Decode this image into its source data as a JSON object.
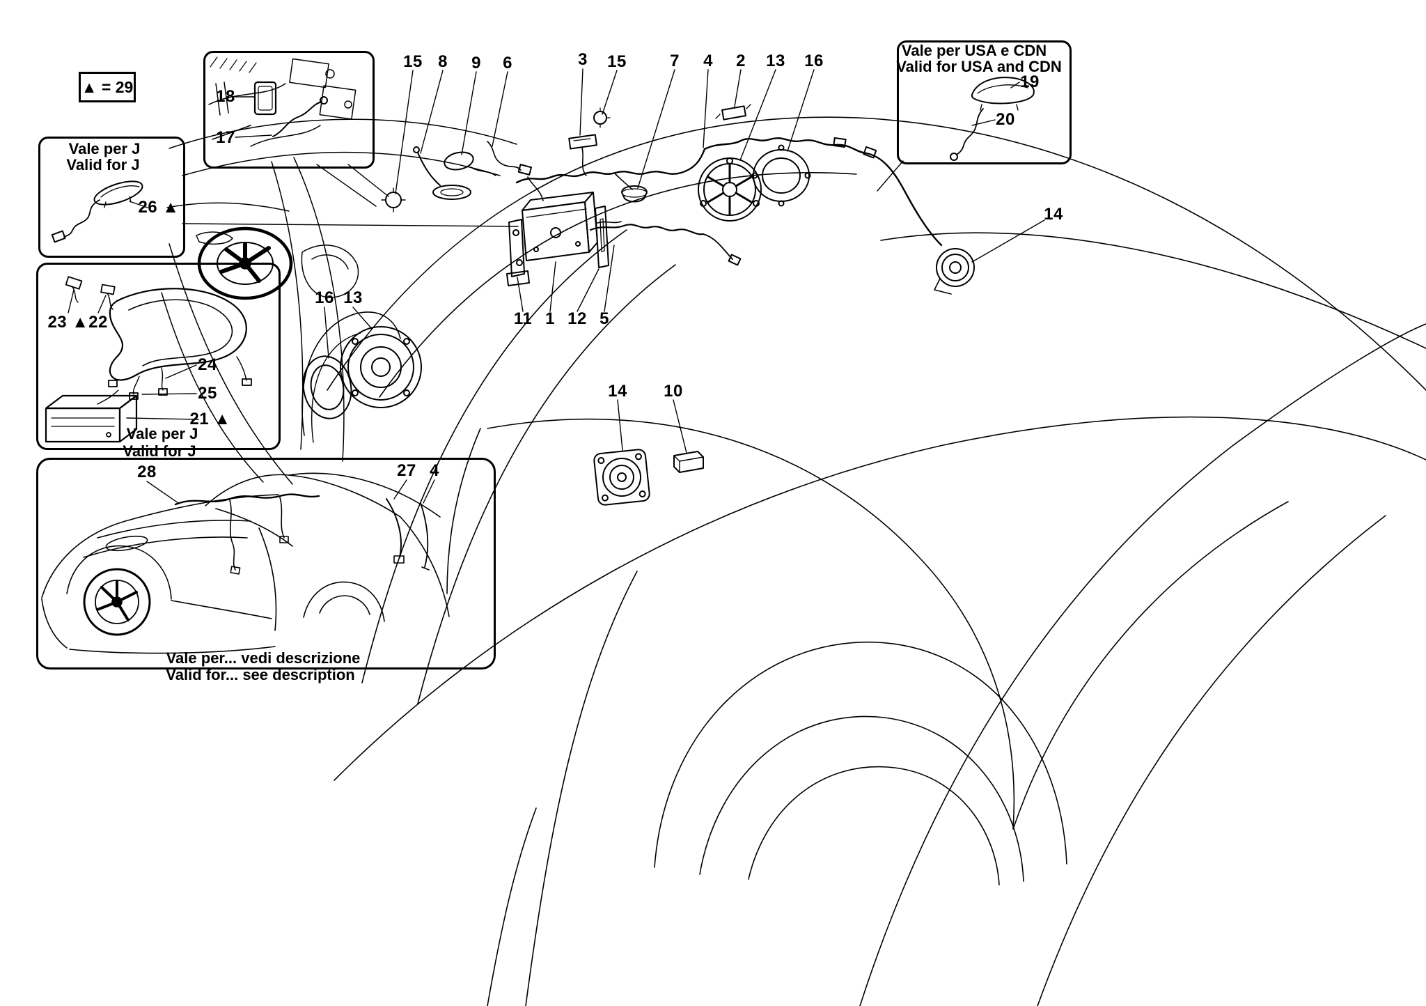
{
  "legend": "▲ = 29",
  "callouts": [
    "15",
    "8",
    "9",
    "6",
    "3",
    "15",
    "7",
    "4",
    "2",
    "13",
    "16",
    "14",
    "16",
    "13",
    "11",
    "1",
    "12",
    "5",
    "14",
    "10"
  ],
  "insets": {
    "dashboard": {
      "callouts": [
        "18",
        "17"
      ]
    },
    "antenna_j": {
      "title_line1": "Vale per J",
      "title_line2": "Valid for J",
      "callouts": [
        "26 ▲"
      ]
    },
    "cd_changer": {
      "title_line1": "Vale per J",
      "title_line2": "Valid for J",
      "callouts": [
        "23 ▲",
        "22",
        "24",
        "25",
        "21 ▲"
      ]
    },
    "roof_harness": {
      "title_line1": "Vale per... vedi descrizione",
      "title_line2": "Valid for... see description",
      "callouts": [
        "28",
        "27",
        "4"
      ]
    },
    "usa_cdn": {
      "title_line1": "Vale per USA e CDN",
      "title_line2": "Valid for USA and CDN",
      "callouts": [
        "19",
        "20"
      ]
    }
  }
}
